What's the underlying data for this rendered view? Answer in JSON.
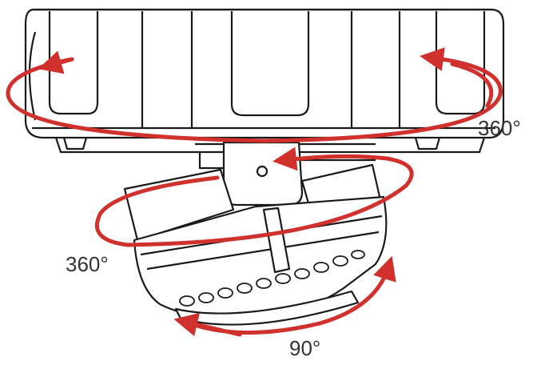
{
  "diagram": {
    "labels": {
      "pan": "360°",
      "rotation": "360°",
      "tilt": "90°"
    },
    "colors": {
      "arrow": "#d0312d",
      "line": "#1a1a1a",
      "text": "#333333",
      "background": "#ffffff"
    }
  }
}
